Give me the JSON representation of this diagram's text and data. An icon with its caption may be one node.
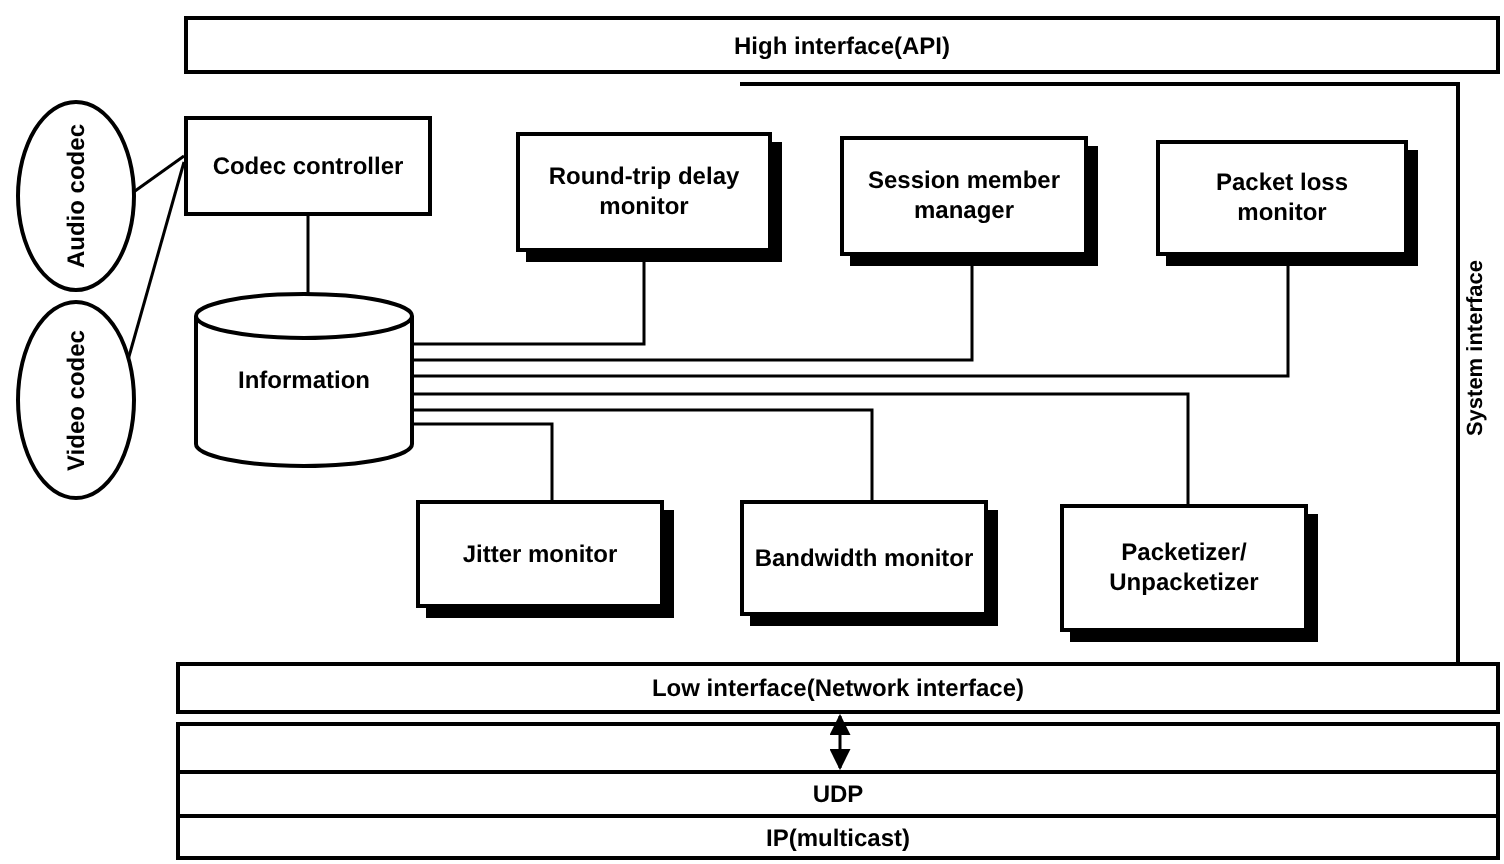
{
  "diagram": {
    "nodes": [
      {
        "text": [
          "High interface(API)"
        ]
      },
      {
        "text": [
          "Audio codec"
        ]
      },
      {
        "text": [
          "Video codec"
        ]
      },
      {
        "text": [
          "Codec controller"
        ]
      },
      {
        "text": [
          "Round-trip delay monitor"
        ]
      },
      {
        "text": [
          "Session member manager"
        ]
      },
      {
        "text": [
          "Packet loss monitor"
        ]
      },
      {
        "text": [
          "Information"
        ]
      },
      {
        "text": [
          "Jitter monitor"
        ]
      },
      {
        "text": [
          "Bandwidth monitor"
        ]
      },
      {
        "text": [
          "Packetizer/ Unpacketizer"
        ]
      },
      {
        "text": [
          "Low  interface(Network interface)"
        ]
      },
      {
        "text": [
          "UDP"
        ]
      },
      {
        "text": [
          "IP(multicast)"
        ]
      }
    ],
    "edges": [
      {
        "from": 1,
        "to": 3,
        "arrow": "none"
      },
      {
        "from": 2,
        "to": 3,
        "arrow": "none"
      },
      {
        "from": 3,
        "to": 7,
        "arrow": "none"
      },
      {
        "from": 7,
        "to": 4,
        "arrow": "none"
      },
      {
        "from": 7,
        "to": 5,
        "arrow": "none"
      },
      {
        "from": 7,
        "to": 6,
        "arrow": "none"
      },
      {
        "from": 7,
        "to": 8,
        "arrow": "none"
      },
      {
        "from": 7,
        "to": 9,
        "arrow": "none"
      },
      {
        "from": 7,
        "to": 10,
        "arrow": "none"
      },
      {
        "from": 11,
        "to": 12,
        "arrow": "both"
      }
    ],
    "labels": [
      "System interface"
    ]
  }
}
